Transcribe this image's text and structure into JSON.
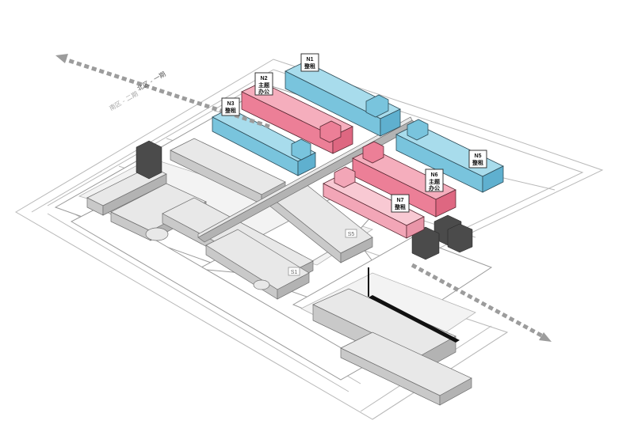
{
  "zones": {
    "north_phase1": "北区 - 一期",
    "south_phase2": "南区 - 二期"
  },
  "buildings": [
    {
      "id": "N1",
      "use": "整租",
      "color": "blue"
    },
    {
      "id": "N2",
      "use": "主题\n办公",
      "color": "pink"
    },
    {
      "id": "N3",
      "use": "整租",
      "color": "blue"
    },
    {
      "id": "N5",
      "use": "整租",
      "color": "blue"
    },
    {
      "id": "N6",
      "use": "主题\n办公",
      "color": "pink"
    },
    {
      "id": "N7",
      "use": "整租",
      "color": "light-pink"
    }
  ],
  "markers": [
    {
      "id": "S5"
    },
    {
      "id": "S1"
    }
  ],
  "colors": {
    "blue": "#79c4dd",
    "pink": "#ec7f97",
    "light_pink": "#f2a6b7",
    "grey": "#c9c9c9",
    "path": "#9c9c9c"
  }
}
